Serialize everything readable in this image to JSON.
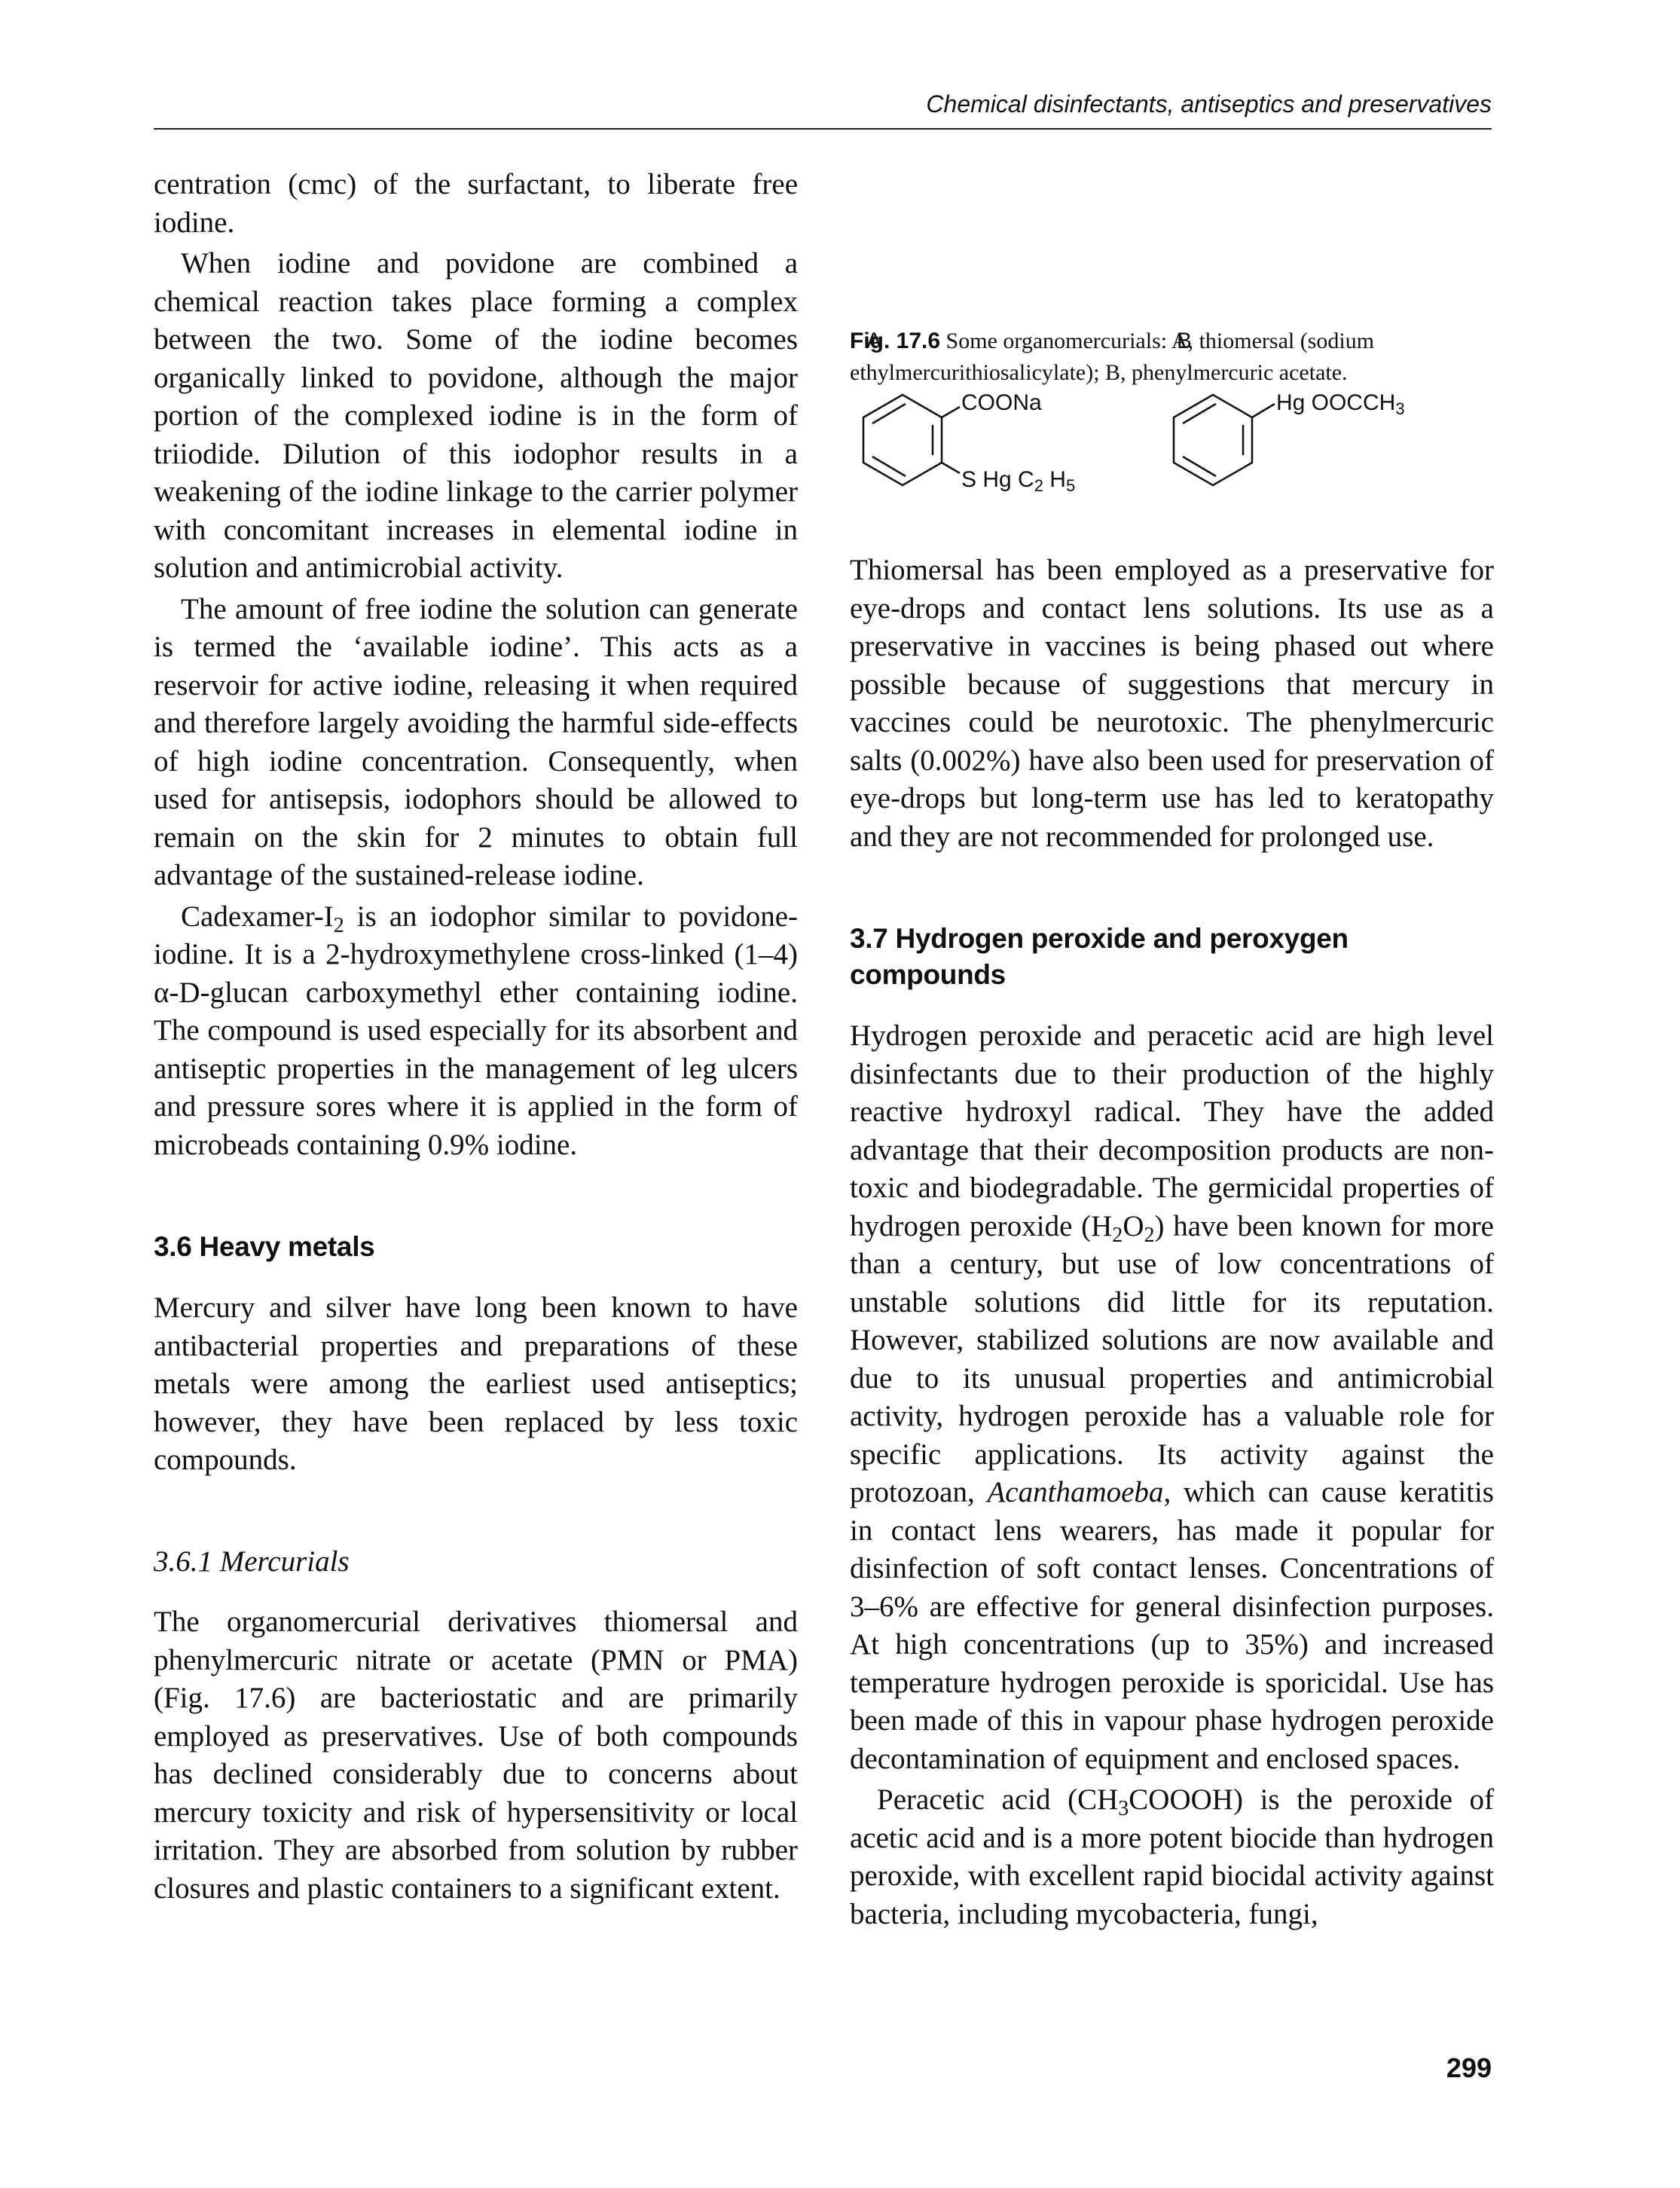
{
  "header": {
    "running_title": "Chemical disinfectants, antiseptics and preservatives"
  },
  "page_number": "299",
  "left_column": {
    "p1": "centration (cmc) of the surfactant, to liberate free iodine.",
    "p2": "When iodine and povidone are combined a chemical reaction takes place forming a complex between the two. Some of the iodine becomes organically linked to povidone, although the major portion of the complexed iodine is in the form of triiodide. Dilution of this iodophor results in a weakening of the iodine linkage to the carrier polymer with concomitant increases in elemental iodine in solution and antimicrobial activity.",
    "p3": "The amount of free iodine the solution can generate is termed the ‘available iodine’. This acts as a reservoir for active iodine, releasing it when required and therefore largely avoiding the harmful side-effects of high iodine concentration. Consequently, when used for antisepsis, iodophors should be allowed to remain on the skin for 2 minutes to obtain full advantage of the sustained-release iodine.",
    "p4": {
      "a": "Cadexamer-I",
      "sub": "2",
      "b": " is an iodophor similar to povidone-iodine. It is a 2-hydroxymethylene cross-linked (1–4) α-D-glucan carboxymethyl ether containing iodine. The compound is used especially for its absorbent and antiseptic properties in the management of leg ulcers and pressure sores where it is applied in the form of microbeads containing 0.9% iodine."
    },
    "section_36_heading": "3.6 Heavy metals",
    "p5": "Mercury and silver have long been known to have antibacterial properties and preparations of these metals were among the earliest used antiseptics; however, they have been replaced by less toxic compounds.",
    "section_361_heading": "3.6.1 Mercurials",
    "p6": "The organomercurial derivatives thiomersal and phenylmercuric nitrate or acetate (PMN or PMA) (Fig. 17.6) are bacteriostatic and are primarily employed as preservatives. Use of both compounds has declined considerably due to concerns about mercury toxicity and risk of hypersensitivity or local irritation. They are absorbed from solution by rubber closures and plastic containers to a significant extent."
  },
  "figure": {
    "label_a": "A",
    "label_b": "B",
    "a_top_group": "COONa",
    "a_bottom_group": "S Hg C",
    "a_bottom_sub1": "2",
    "a_bottom_mid": " H",
    "a_bottom_sub2": "5",
    "b_group": "Hg OOCCH",
    "b_group_sub": "3",
    "caption_label": "Fig. 17.6",
    "caption_text": " Some organomercurials: A, thiomersal (sodium ethylmercurithiosalicylate); B, phenylmercuric acetate."
  },
  "right_column": {
    "p1": "Thiomersal has been employed as a preservative for eye-drops and contact lens solutions. Its use as a preservative in vaccines is being phased out where possible because of suggestions that mercury in vaccines could be neurotoxic. The phenylmercuric salts (0.002%) have also been used for preservation of eye-drops but long-term use has led to keratopathy and they are not recommended for prolonged use.",
    "section_37_heading": "3.7 Hydrogen peroxide and peroxygen compounds",
    "p2": {
      "a": "Hydrogen peroxide and peracetic acid are high level disinfectants due to their production of the highly reactive hydroxyl radical. They have the added advantage that their decomposition products are non-toxic and biodegradable. The germicidal properties of hydrogen peroxide (H",
      "sub1": "2",
      "mid": "O",
      "sub2": "2",
      "b": ") have been known for more than a century, but use of low concentrations of unstable solutions did little for its reputation. However, stabilized solutions are now available and due to its unusual properties and antimicrobial activity, hydrogen peroxide has a valuable role for specific applications. Its activity against the protozoan, ",
      "italic": "Acanthamoeba",
      "c": ", which can cause keratitis in contact lens wearers, has made it popular for disinfection of soft contact lenses. Concentrations of 3–6% are effective for general disinfection purposes. At high concentrations (up to 35%) and increased temperature hydrogen peroxide is sporicidal. Use has been made of this in vapour phase hydrogen peroxide decontamination of equipment and enclosed spaces."
    },
    "p3": {
      "a": "Peracetic acid (CH",
      "sub": "3",
      "b": "COOOH) is the peroxide of acetic acid and is a more potent biocide than hydrogen peroxide, with excellent rapid biocidal activity against bacteria, including mycobacteria, fungi,"
    }
  }
}
